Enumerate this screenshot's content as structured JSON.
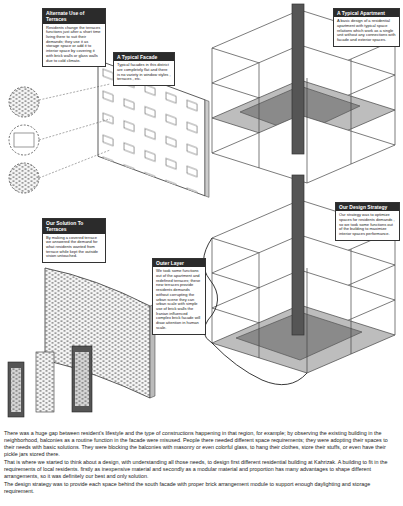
{
  "diagram": {
    "caption": "There was a huge gap between resident's lifestyle and the type of constructions happening in that region, for example; by observing the existing building in the neighborhood, balconies as a routine function in the facade were misused. People there needed different space requirements; they were adopting their spaces to their needs with basic solutions. They were blocking the balconies with masonry or even colorful glass, to hang their clothes, store their stuffs, or even have their pickle jars stored there.",
    "nodes": [
      {
        "text": [
          "Alternate Use of Terraces",
          "Residents change the terraces functions just after a short time living there to suit their demands; they use it as storage space or add it to interior space by covering it with brick walls or glass walls due to cold climate."
        ]
      },
      {
        "text": [
          "A Typical Facade",
          "Typical facades in this district are completely flat and there is no variety in window styles , terraces , etc."
        ]
      },
      {
        "text": [
          "A Typical Apartment",
          "A basic design of a residential apartment with typical space relations which work as a single unit without any connections with facade and exterior spaces."
        ]
      },
      {
        "text": [
          "Our Solution To Terraces",
          "By making a covered terrace we answered the demand for what residents wanted from terrace while kept the outside vision untouched."
        ]
      },
      {
        "text": [
          "Outer Layer",
          "We took some functions out of the apartment and redefined terraces; these new terraces provide residents demands without corrupting the urban scene they can urban scale with simple use of brick walls the Iranian influenced complex brick facade will draw attention in human scale."
        ]
      },
      {
        "text": [
          "Our Design Strategy",
          "Our strategy was to optimize spaces for residents demands , so we took some functions out of the building to maximize interior spaces performance."
        ]
      }
    ],
    "labels": [
      "That is where we started to think about a design, with understanding all those needs, to design first different residential building at Kahrizak. A building to fit in the requirements of local residents. firstly as inexpensive material and secondly as a modular material and proportion has many advantages to shape different arrangements, so it was definitely our best and only solution.",
      "The design strategy was to provide each space behind the south facade with proper brick arrangement module to support enough daylighting and storage requirement."
    ]
  }
}
